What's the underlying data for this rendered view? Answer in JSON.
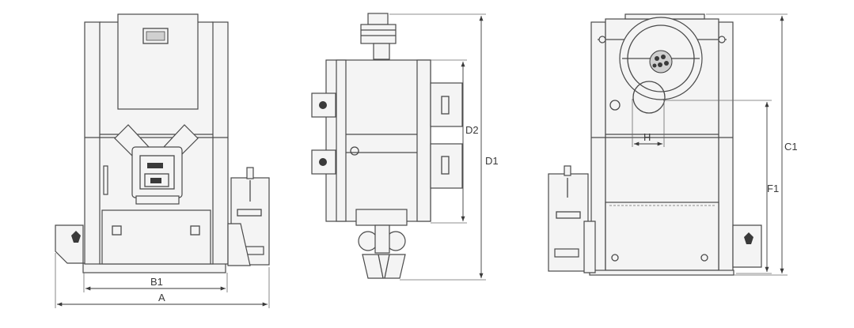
{
  "dimension_labels": {
    "A": "A",
    "B1": "B1",
    "D1": "D1",
    "D2": "D2",
    "C1": "C1",
    "F1": "F1",
    "H": "H"
  }
}
